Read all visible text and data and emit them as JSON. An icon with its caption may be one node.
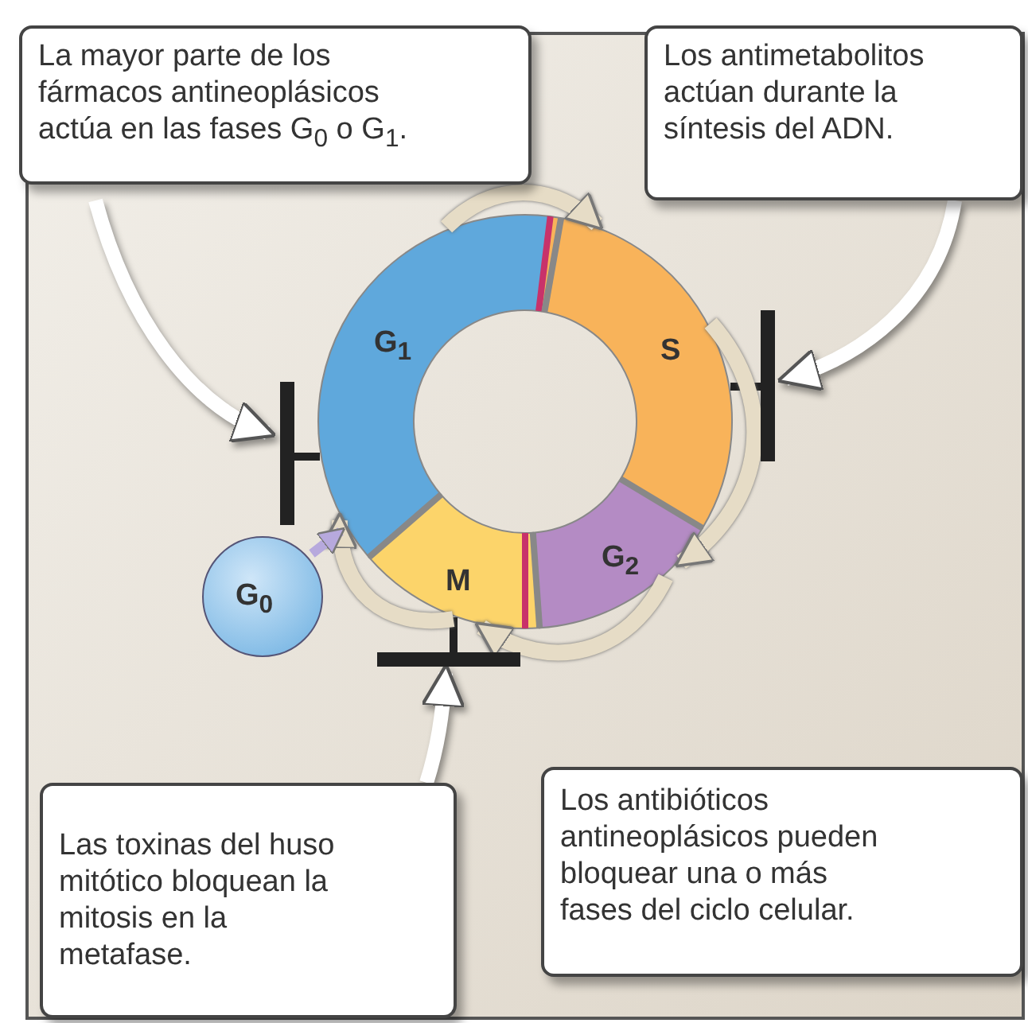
{
  "diagram": {
    "nodes": [
      {
        "text": [
          "La mayor parte de los fármacos antineoplásicos actúa en las fases G$_{0}$ o G$_{1}$."
        ]
      },
      {
        "text": [
          "Los antimetabolitos actúan durante la síntesis del ADN."
        ]
      },
      {
        "text": [
          "G$_{1}$"
        ]
      },
      {
        "text": [
          "S"
        ]
      },
      {
        "text": [],
        "shape": "bar"
      },
      {
        "text": [],
        "shape": "bar"
      },
      {
        "text": [
          "G$_{0}$"
        ]
      },
      {
        "text": [
          "M"
        ]
      },
      {
        "text": [
          "G$_{2}$"
        ]
      },
      {
        "text": [],
        "shape": "bar"
      },
      {
        "text": [
          "Las toxinas del huso mitótico bloquean la mitosis en la metafase."
        ]
      },
      {
        "text": [
          "Los antibióticos antineoplásicos pueden bloquear una o más fases del ciclo celular."
        ]
      }
    ],
    "edges": [
      {
        "from": 0,
        "to": 4,
        "arrow": "to"
      },
      {
        "from": 1,
        "to": 5,
        "arrow": "to"
      },
      {
        "from": 10,
        "to": 9,
        "arrow": "to"
      },
      {
        "from": 4,
        "to": 2,
        "arrow": "none",
        "color": "#222222"
      },
      {
        "from": 5,
        "to": 3,
        "arrow": "none",
        "color": "#222222"
      },
      {
        "from": 9,
        "to": 7,
        "arrow": "none",
        "color": "#222222"
      },
      {
        "from": 2,
        "to": 3,
        "arrow": "to"
      },
      {
        "from": 3,
        "to": 8,
        "arrow": "to"
      },
      {
        "from": 8,
        "to": 7,
        "arrow": "to"
      },
      {
        "from": 7,
        "to": 2,
        "arrow": "to"
      },
      {
        "from": 6,
        "to": 2,
        "arrow": "to"
      }
    ]
  }
}
